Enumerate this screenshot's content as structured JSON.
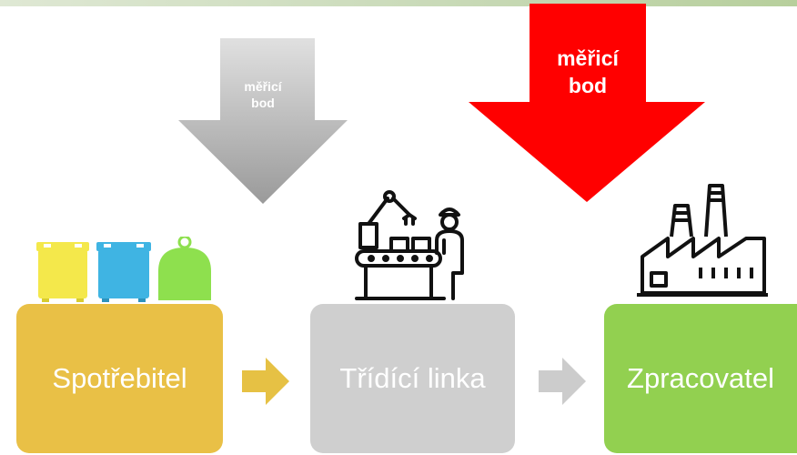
{
  "colors": {
    "consumer": "#e9c046",
    "sorting": "#cfcfcf",
    "processor": "#92d050",
    "measure_active": "#ff0000",
    "measure_inactive": "#a6a6a6",
    "bin_yellow": "#f4e84b",
    "bin_blue": "#3fb4e3",
    "bin_green": "#8ee04e"
  },
  "measure_points": [
    {
      "label": "měřicí bod",
      "state": "inactive"
    },
    {
      "label": "měřicí bod",
      "state": "active"
    }
  ],
  "stages": [
    {
      "label": "Spotřebitel",
      "icon": "waste-bins-icon"
    },
    {
      "label": "Třídící linka",
      "icon": "sorting-line-icon"
    },
    {
      "label": "Zpracovatel",
      "icon": "factory-icon"
    }
  ]
}
